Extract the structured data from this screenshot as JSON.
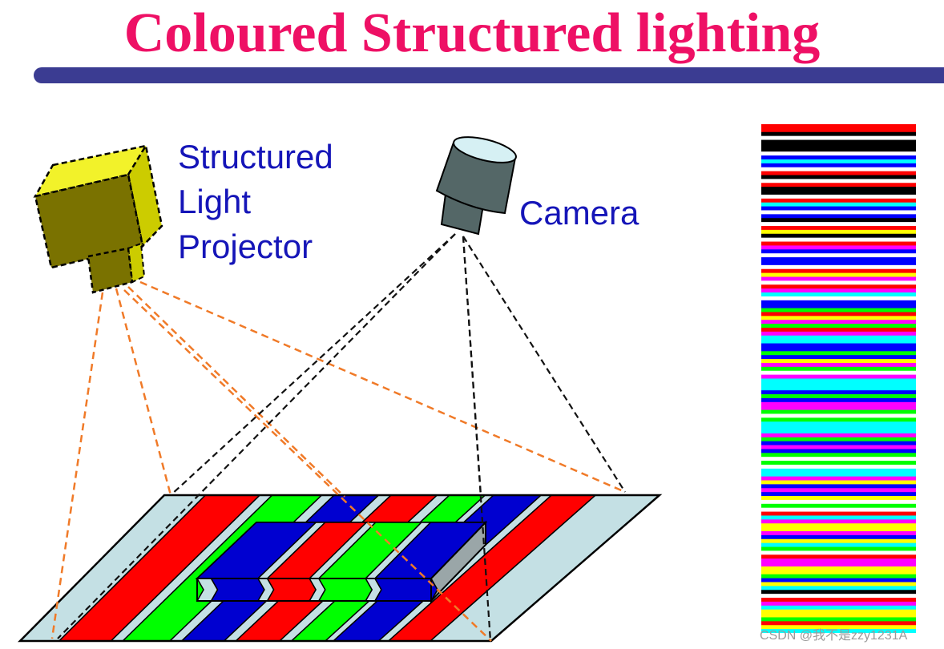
{
  "title": "Coloured Structured lighting",
  "labels": {
    "projector": [
      "Structured",
      "Light",
      "Projector"
    ],
    "camera": "Camera"
  },
  "watermark": "CSDN @我不是zzy1231A",
  "colors": {
    "title": "#ee1065",
    "title_bar": "#3b3c92",
    "label": "#1515b8",
    "red": "#ff0000",
    "green": "#00ff00",
    "blue": "#0000d0",
    "light_blue": "#c4e0e4",
    "projector_body": "#7a7200",
    "projector_top": "#f2f22a",
    "projector_side": "#cccc00",
    "camera_body": "#546767",
    "camera_top": "#d6f0f4",
    "projector_rays": "#f07a28",
    "camera_rays": "#111111"
  },
  "stripe_pattern": [
    "#ff0000",
    "#0000ff",
    "#ff00ff",
    "#000000",
    "#ff00ff",
    "#00ffff",
    "#0000ff",
    "#ff0000",
    "#ffff00",
    "#00ff00",
    "#ffffff",
    "#00ffff",
    "#ff00ff",
    "#0000ff",
    "#000000",
    "#00ffff",
    "#ffffff",
    "#ff0000",
    "#0000ff",
    "#ffff00",
    "#00ff00",
    "#ffffff",
    "#000000",
    "#00ff00",
    "#ff00ff",
    "#00ffff",
    "#ffff00",
    "#0000ff",
    "#ff0000",
    "#000000",
    "#ffffff",
    "#00ffff",
    "#0000ff",
    "#00ff00",
    "#ff00ff",
    "#ffff00",
    "#000000",
    "#ff0000",
    "#00ffff",
    "#ffffff"
  ]
}
